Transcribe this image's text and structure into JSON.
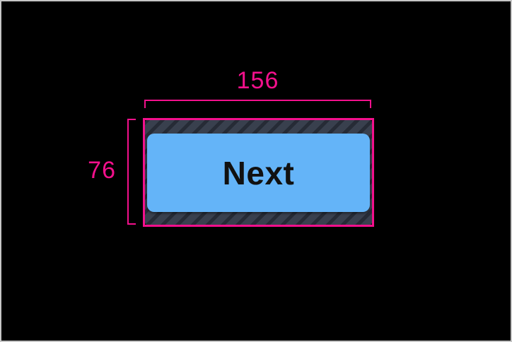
{
  "annotations": {
    "width_label": "156",
    "height_label": "76"
  },
  "button": {
    "label": "Next"
  },
  "icons": {},
  "colors": {
    "magenta": "#F3108C",
    "button_blue": "#64B4F8",
    "hatch_bg": "#39404E",
    "hatch_stripe": "#262B36",
    "background": "#000000",
    "button_text": "#111111",
    "screen_border": "#C6C6C6"
  }
}
